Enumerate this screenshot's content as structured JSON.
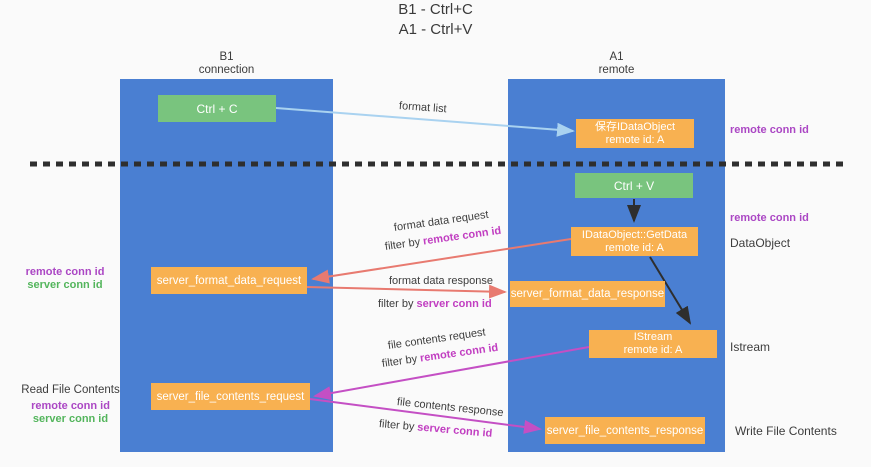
{
  "title": {
    "line1": "B1 - Ctrl+C",
    "line2": "A1 - Ctrl+V"
  },
  "columns": {
    "left": {
      "name": "B1",
      "role": "connection"
    },
    "right": {
      "name": "A1",
      "role": "remote"
    }
  },
  "nodes": {
    "ctrl_c": {
      "label": "Ctrl + C"
    },
    "saved_dataobject": {
      "line1": "保存IDataObject",
      "line2": "remote id: A"
    },
    "ctrl_v": {
      "label": "Ctrl + V"
    },
    "getdata": {
      "line1": "IDataObject::GetData",
      "line2": "remote id: A"
    },
    "format_request": {
      "label": "server_format_data_request"
    },
    "format_response": {
      "label": "server_format_data_response"
    },
    "istream": {
      "line1": "IStream",
      "line2": "remote id: A"
    },
    "file_request": {
      "label": "server_file_contents_request"
    },
    "file_response": {
      "label": "server_file_contents_response"
    }
  },
  "annotations": {
    "remote_conn_id_top_right": "remote conn id",
    "remote_conn_id_mid_right": "remote conn id",
    "dataobject": "DataObject",
    "istream": "Istream",
    "write_file_contents": "Write File Contents",
    "read_file_contents": "Read File Contents",
    "left_group1": {
      "remote": "remote conn id",
      "server": "server conn id"
    },
    "left_group2": {
      "remote": "remote conn id",
      "server": "server conn id"
    }
  },
  "flows": {
    "format_list": {
      "label": "format list"
    },
    "format_data_request": {
      "label": "format data request",
      "filter_prefix": "filter by",
      "filter_key": "remote conn id"
    },
    "format_data_response": {
      "label": "format data response",
      "filter_prefix": "filter by",
      "filter_key": "server conn id"
    },
    "file_contents_request": {
      "label": "file contents request",
      "filter_prefix": "filter by",
      "filter_key": "remote conn id"
    },
    "file_contents_response": {
      "label": "file contents response",
      "filter_prefix": "filter by",
      "filter_key": "server conn id"
    }
  },
  "colors": {
    "lane_blue": "#4a7fd2",
    "node_orange": "#f8b151",
    "node_green": "#79c47e",
    "arrow_light_blue": "#a9d2f0",
    "arrow_salmon": "#e87a70",
    "arrow_magenta": "#c44fc4",
    "arrow_black": "#2e2e2e",
    "text_purple": "#ab47c4",
    "text_green": "#53b55c",
    "background": "#fafafa"
  }
}
